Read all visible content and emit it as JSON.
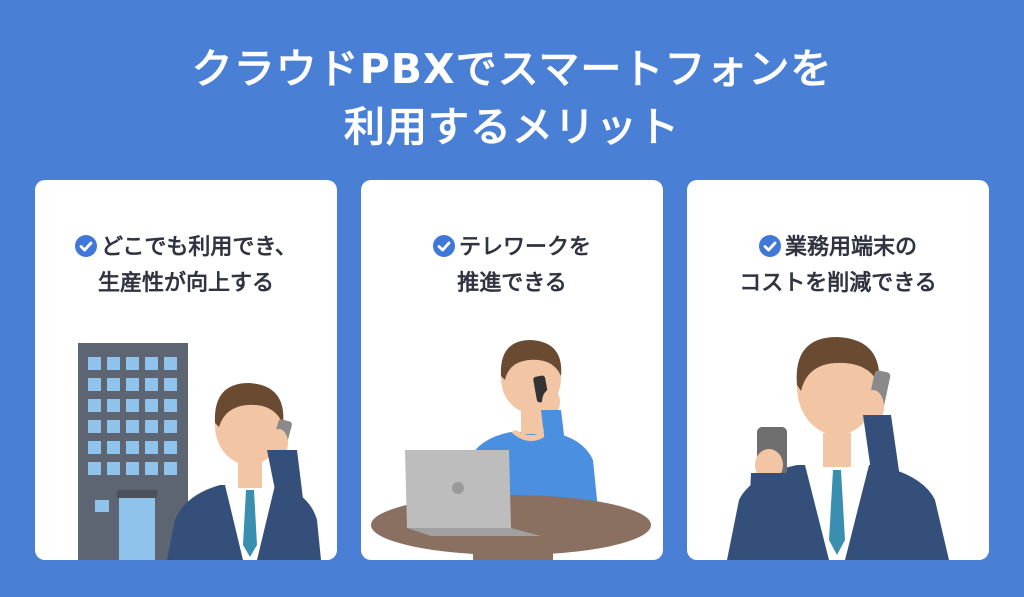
{
  "title": {
    "line1": "クラウドPBXでスマートフォンを",
    "line2": "利用するメリット"
  },
  "cards": [
    {
      "line1": "どこでも利用でき、",
      "line2": "生産性が向上する",
      "icon": "check-circle-icon"
    },
    {
      "line1": "テレワークを",
      "line2": "推進できる",
      "icon": "check-circle-icon"
    },
    {
      "line1": "業務用端末の",
      "line2": "コストを削減できる",
      "icon": "check-circle-icon"
    }
  ],
  "colors": {
    "background": "#4a7fd6",
    "card": "#ffffff",
    "check": "#3f78d8",
    "suit": "#34507a",
    "tie": "#3a8fb0",
    "hair": "#6b4a32",
    "skin": "#f2c6a4"
  }
}
